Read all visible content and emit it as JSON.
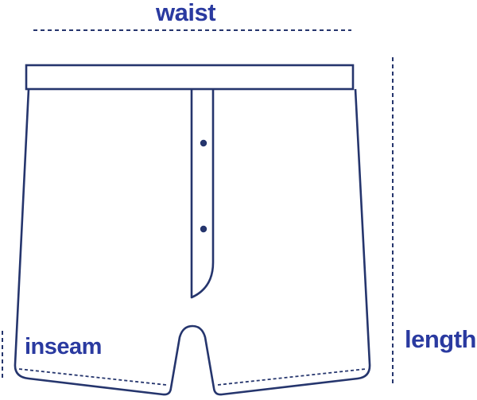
{
  "labels": {
    "waist": "waist",
    "inseam": "inseam",
    "length": "length"
  },
  "colors": {
    "outline": "#25356d",
    "label": "#2a3aa0",
    "background": "#ffffff"
  }
}
